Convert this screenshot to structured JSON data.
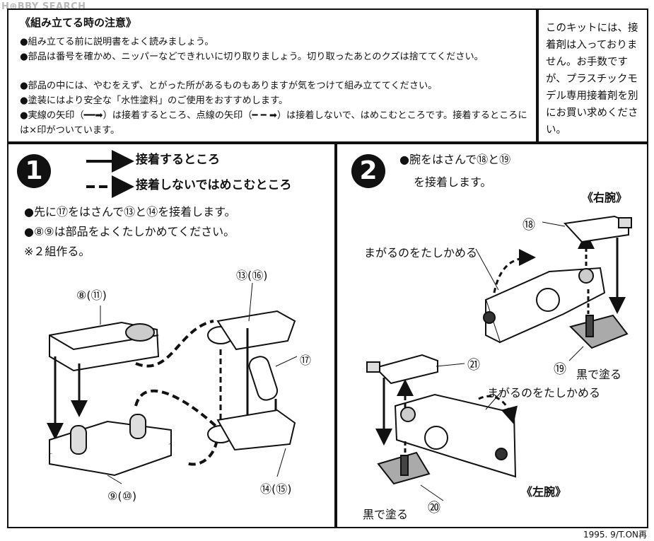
{
  "watermark": "H⊕BBY SEARCH",
  "notes": {
    "title": "《組み立てる時の注意》",
    "items": [
      "●組み立てる前に説明書をよく読みましょう。",
      "●部品は番号を確かめ、ニッパーなどできれいに切り取りましょう。切り取ったあとのクズは捨ててください。",
      "●部品の中には、やむをえず、とがった所があるものもありますが気をつけて組み立ててください。",
      "●塗装にはより安全な「水性塗料」のご使用をおすすめします。",
      "●実線の矢印（━━➡）は接着するところ、点線の矢印（━ ━ ➡）は接着しないで、はめこむところです。接着するところには×印がついています。"
    ]
  },
  "side_note": "このキットには、接着剤は入っておりません。お手数ですが、プラスチックモデル専用接着剤を別にお買い求めください。",
  "step1": {
    "number": "1",
    "legend_solid": "接着するところ",
    "legend_dashed": "接着しないではめこむところ",
    "lines": [
      "●先に⑰をはさんで⑬と⑭を接着します。",
      "●⑧⑨は部品をよくたしかめてください。",
      "※２組作る。"
    ],
    "labels": {
      "p8_11": "⑧(⑪)",
      "p9_10": "⑨(⑩)",
      "p13_16": "⑬(⑯)",
      "p14_15": "⑭(⑮)",
      "p17": "⑰"
    }
  },
  "step2": {
    "number": "2",
    "lines": [
      "●腕をはさんで⑱と⑲",
      "を接着します。"
    ],
    "right_arm": "《右腕》",
    "left_arm": "《左腕》",
    "bend_check_1": "まがるのをたしかめる",
    "bend_check_2": "まがるのをたしかめる",
    "paint_black_1": "黒で塗る",
    "paint_black_2": "黒で塗る",
    "labels": {
      "p18": "⑱",
      "p19": "⑲",
      "p20": "⑳",
      "p21": "㉑"
    }
  },
  "footer": "1995. 9/T.ON再"
}
